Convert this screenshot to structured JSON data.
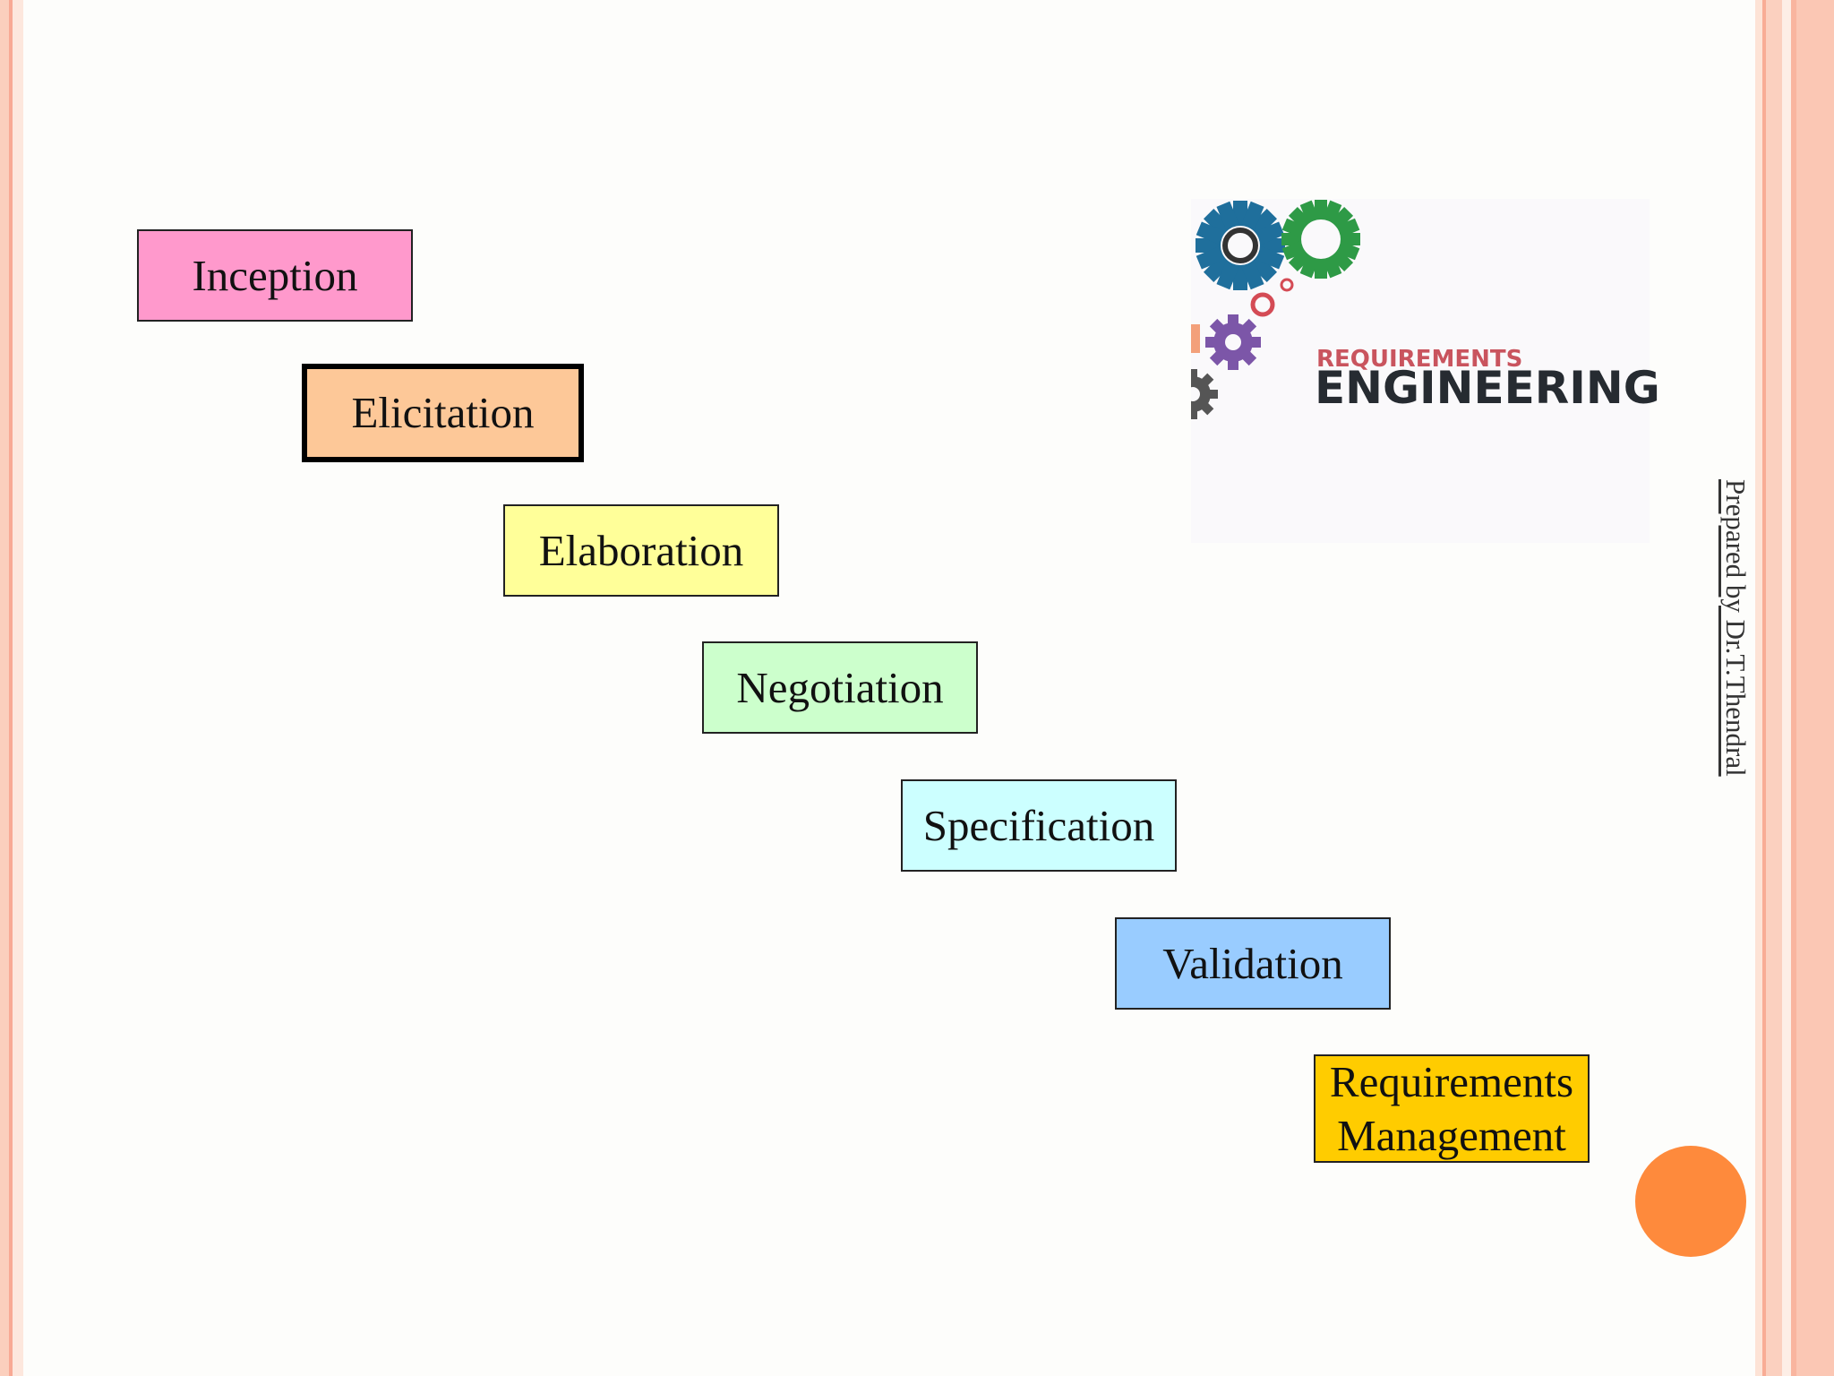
{
  "steps": [
    {
      "label": "Inception",
      "color": "#ff99cc"
    },
    {
      "label": "Elicitation",
      "color": "#fdc898"
    },
    {
      "label": "Elaboration",
      "color": "#ffff99"
    },
    {
      "label": "Negotiation",
      "color": "#ccffcc"
    },
    {
      "label": "Specification",
      "color": "#ccffff"
    },
    {
      "label": "Validation",
      "color": "#99ccff"
    },
    {
      "label_line1": "Requirements",
      "label_line2": "Management",
      "color": "#ffcc00"
    }
  ],
  "logo": {
    "small_text": "REQUIREMENTS",
    "big_text": "ENGINEERING"
  },
  "author": "Prepared by Dr.T.Thendral",
  "colors": {
    "accent_circle": "#fe8a3c",
    "border_peach": "#fbc7b4"
  }
}
